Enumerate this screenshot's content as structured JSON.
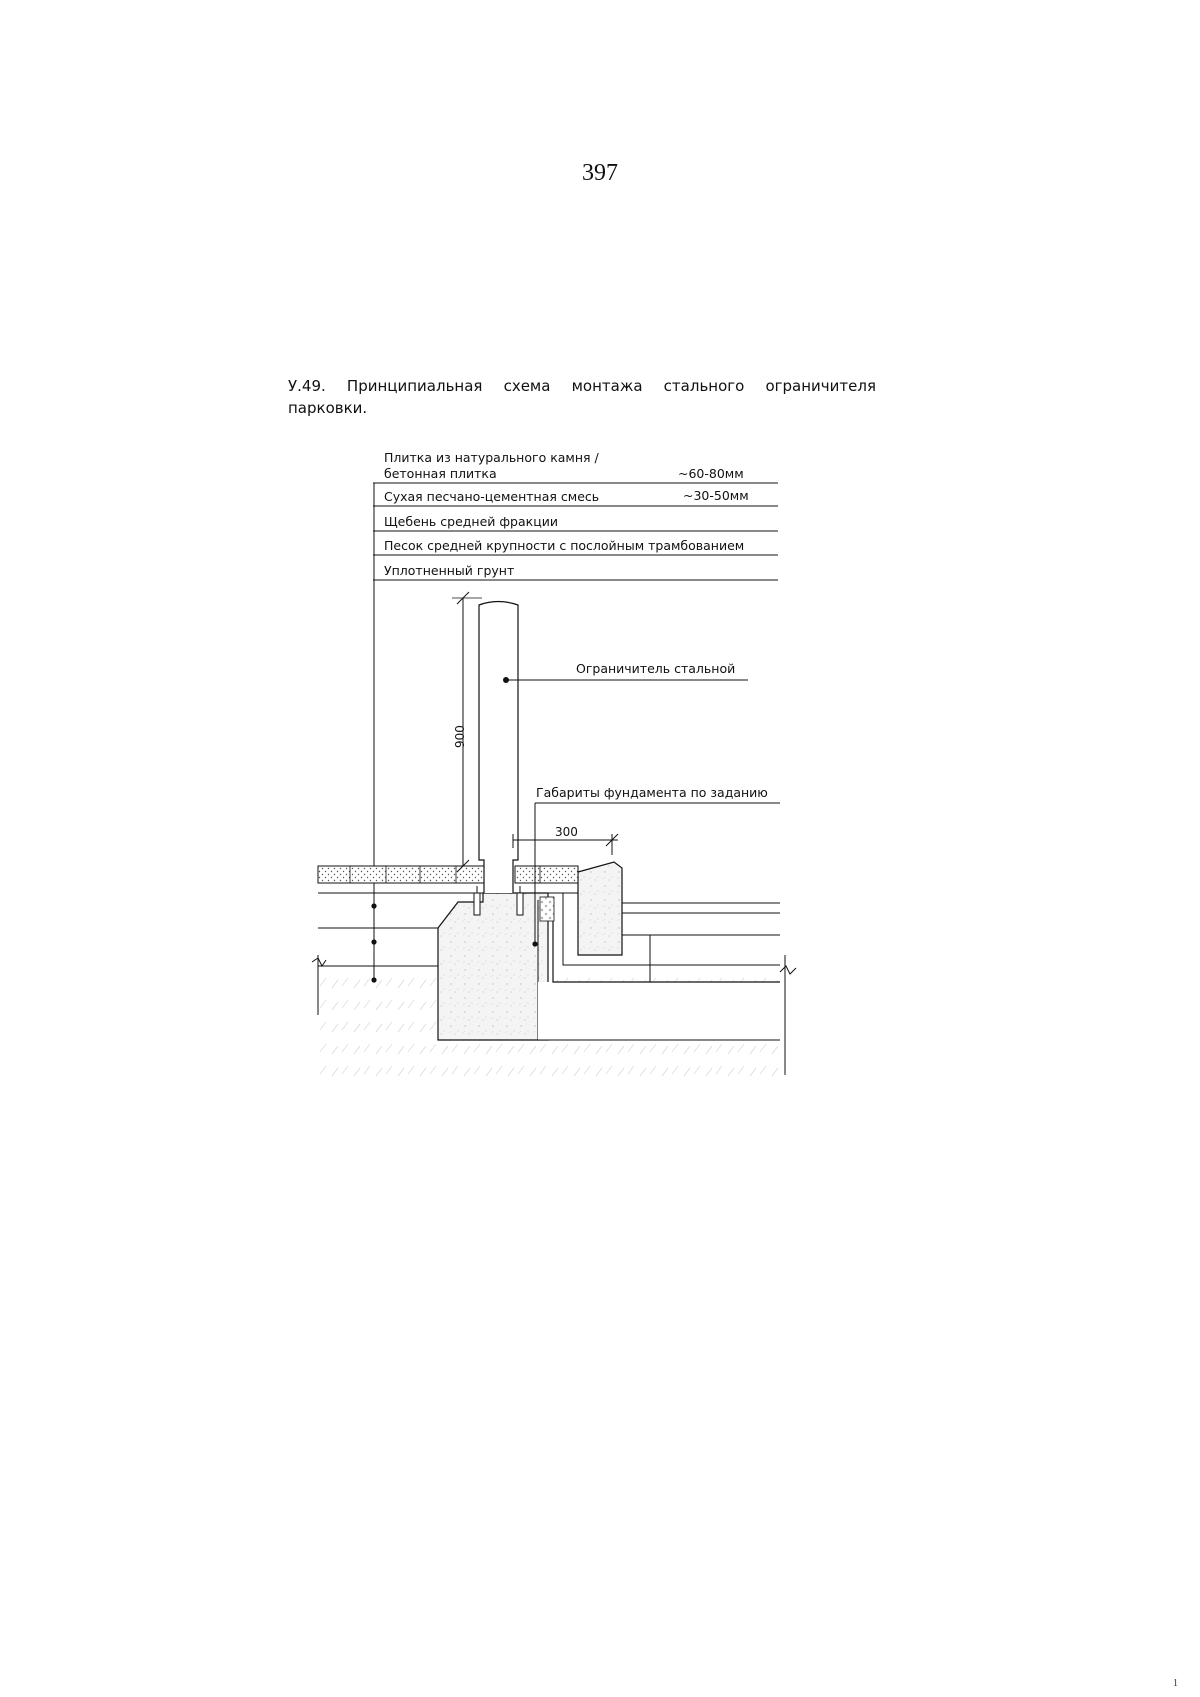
{
  "page": {
    "number": "397",
    "caption": "У.49. Принципиальная схема монтажа стального ограничителя парковки.",
    "corner_mark": "1"
  },
  "diagram": {
    "layers": [
      {
        "name": "Плитка из натурального камня /",
        "name2": "бетонная плитка",
        "thickness": "~60-80мм"
      },
      {
        "name": "Сухая песчано-цементная смесь",
        "thickness": "~30-50мм"
      },
      {
        "name": "Щебень средней фракции"
      },
      {
        "name": "Песок средней крупности с послойным трамбованием"
      },
      {
        "name": "Уплотненный грунт"
      }
    ],
    "labels": {
      "bollard": "Ограничитель стальной",
      "foundation": "Габариты фундамента по заданию"
    },
    "dimensions": {
      "height": "900",
      "offset": "300"
    }
  }
}
